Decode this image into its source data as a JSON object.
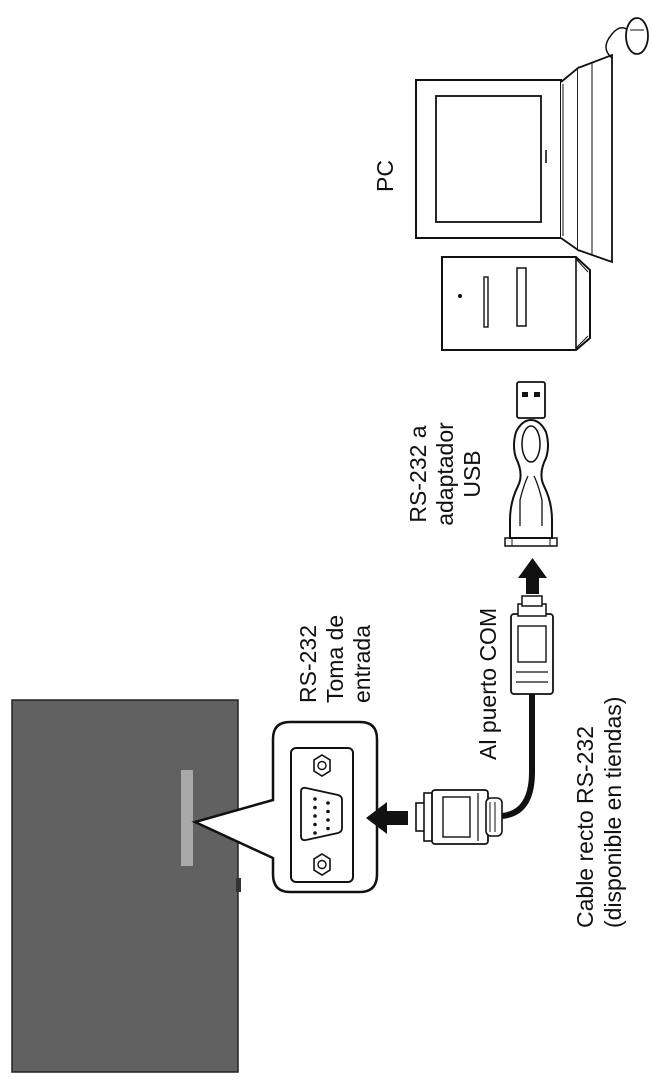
{
  "labels": {
    "pc": "PC",
    "adapter": [
      "RS-232 a",
      "adaptador",
      "USB"
    ],
    "input_jack": [
      "RS-232",
      "Toma de",
      "entrada"
    ],
    "com_port": "Al puerto COM",
    "cable": [
      "Cable recto RS-232",
      "(disponible en tiendas)"
    ]
  },
  "colors": {
    "tv_body": "#616161",
    "tv_port_strip": "#a9a9a9",
    "line": "#111111",
    "fill_light": "#ffffff"
  },
  "icons": [
    "tv-icon",
    "serial-port-icon",
    "db9-plug-icon",
    "usb-adapter-icon",
    "pc-tower-icon",
    "monitor-icon",
    "mouse-icon",
    "arrow-icon"
  ]
}
